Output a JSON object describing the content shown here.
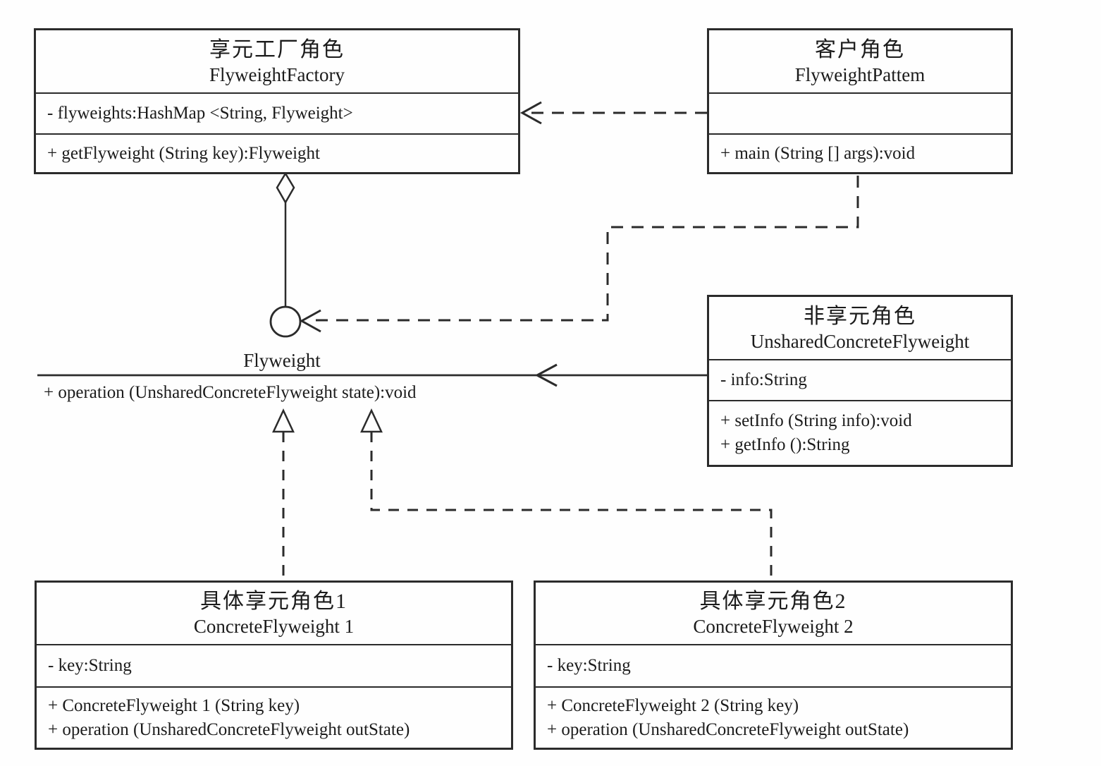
{
  "colors": {
    "stroke": "#2b2b2b",
    "text": "#1b1b1b",
    "background": "#fefefe"
  },
  "classes": [
    {
      "id": "flyweight-factory",
      "name_zh": "享元工厂角色",
      "name_en": "FlyweightFactory",
      "attributes": [
        "- flyweights:HashMap <String, Flyweight>"
      ],
      "methods": [
        "+ getFlyweight (String key):Flyweight"
      ]
    },
    {
      "id": "client",
      "name_zh": "客户角色",
      "name_en": "FlyweightPattem",
      "attributes": [],
      "methods": [
        "+ main (String [] args):void"
      ]
    },
    {
      "id": "unshared-concrete-flyweight",
      "name_zh": "非享元角色",
      "name_en": "UnsharedConcreteFlyweight",
      "attributes": [
        "- info:String"
      ],
      "methods": [
        "+ setInfo (String info):void",
        "+ getInfo ():String"
      ]
    },
    {
      "id": "concrete-flyweight-1",
      "name_zh": "具体享元角色1",
      "name_en": "ConcreteFlyweight 1",
      "attributes": [
        "- key:String"
      ],
      "methods": [
        "+ ConcreteFlyweight 1 (String key)",
        "+ operation (UnsharedConcreteFlyweight outState)"
      ]
    },
    {
      "id": "concrete-flyweight-2",
      "name_zh": "具体享元角色2",
      "name_en": "ConcreteFlyweight 2",
      "attributes": [
        "- key:String"
      ],
      "methods": [
        "+ ConcreteFlyweight 2 (String key)",
        "+ operation (UnsharedConcreteFlyweight outState)"
      ]
    }
  ],
  "interface": {
    "name": "Flyweight",
    "operation": "+ operation (UnsharedConcreteFlyweight state):void"
  },
  "relationships": [
    "client depends on flyweight-factory (dashed arrow)",
    "flyweight-factory aggregates Flyweight interface (diamond + lollipop)",
    "client depends on Flyweight interface (dashed arrow to lollipop)",
    "unshared-concrete-flyweight association to Flyweight interface line (solid arrow)",
    "concrete-flyweight-1 realizes Flyweight (dashed, hollow triangle)",
    "concrete-flyweight-2 realizes Flyweight (dashed, hollow triangle)"
  ]
}
